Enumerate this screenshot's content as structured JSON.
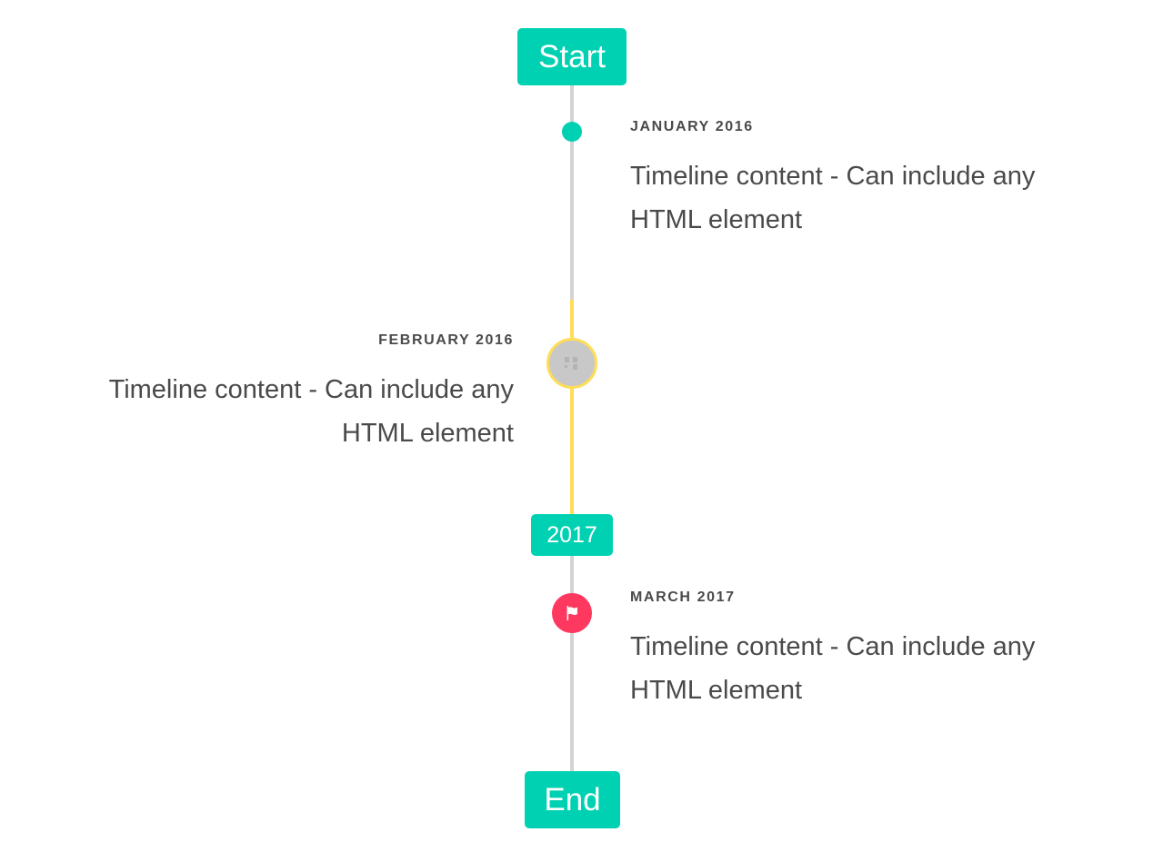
{
  "timeline": {
    "start_label": "Start",
    "end_label": "End",
    "year_divider_label": "2017",
    "colors": {
      "primary": "#00d1b2",
      "warning": "#ffdd57",
      "danger": "#ff3860",
      "line": "#d3d3d3",
      "marker_grey": "#c8c8c8",
      "text": "#4a4a4a"
    },
    "items": [
      {
        "heading": "JANUARY 2016",
        "body": "Timeline content - Can include any HTML element",
        "side": "right",
        "marker": "dot",
        "marker_icon": "none"
      },
      {
        "heading": "FEBRUARY 2016",
        "body": "Timeline content - Can include any HTML element",
        "side": "left",
        "marker": "large-circle",
        "marker_icon": "broken-image-icon"
      },
      {
        "heading": "MARCH 2017",
        "body": "Timeline content - Can include any HTML element",
        "side": "right",
        "marker": "circle",
        "marker_icon": "flag-icon"
      }
    ]
  }
}
